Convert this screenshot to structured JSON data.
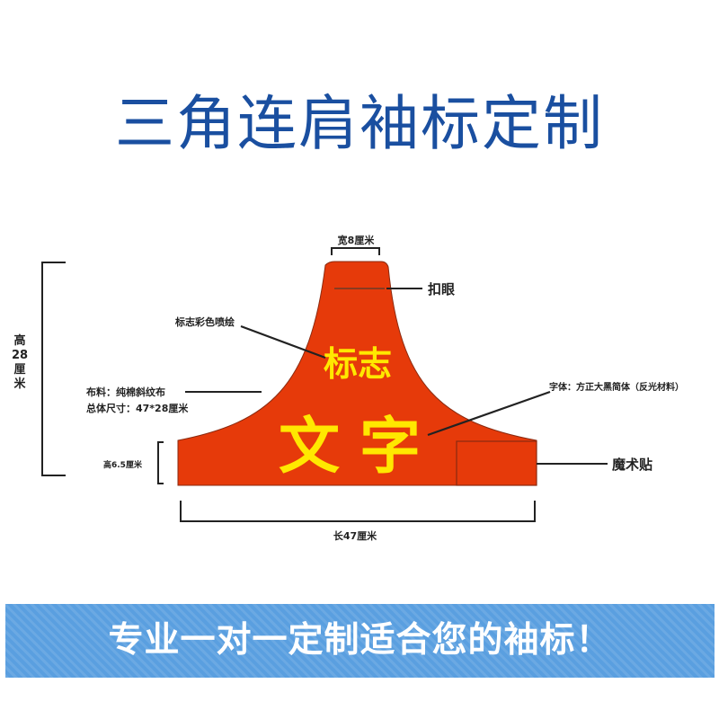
{
  "title": "三角连肩袖标定制",
  "labels": {
    "width_top": "宽8厘米",
    "eyelet": "扣眼",
    "logo_print": "标志彩色喷绘",
    "fabric": "布料：纯棉斜纹布",
    "overall_size": "总体尺寸：47*28厘米",
    "height_total_line1": "高",
    "height_total_line2": "28",
    "height_total_line3": "厘",
    "height_total_line4": "米",
    "height_bottom": "高6.5厘米",
    "font_note": "字体：方正大黑简体（反光材料）",
    "velcro": "魔术贴",
    "length": "长47厘米"
  },
  "patch": {
    "logo_text": "标志",
    "main_text": "文字",
    "fill_color": "#e63a0a",
    "text_color": "#ffe800"
  },
  "banner": {
    "text": "专业一对一定制适合您的袖标！"
  },
  "colors": {
    "title": "#1a4fa0",
    "banner": "#5a9fe0"
  }
}
